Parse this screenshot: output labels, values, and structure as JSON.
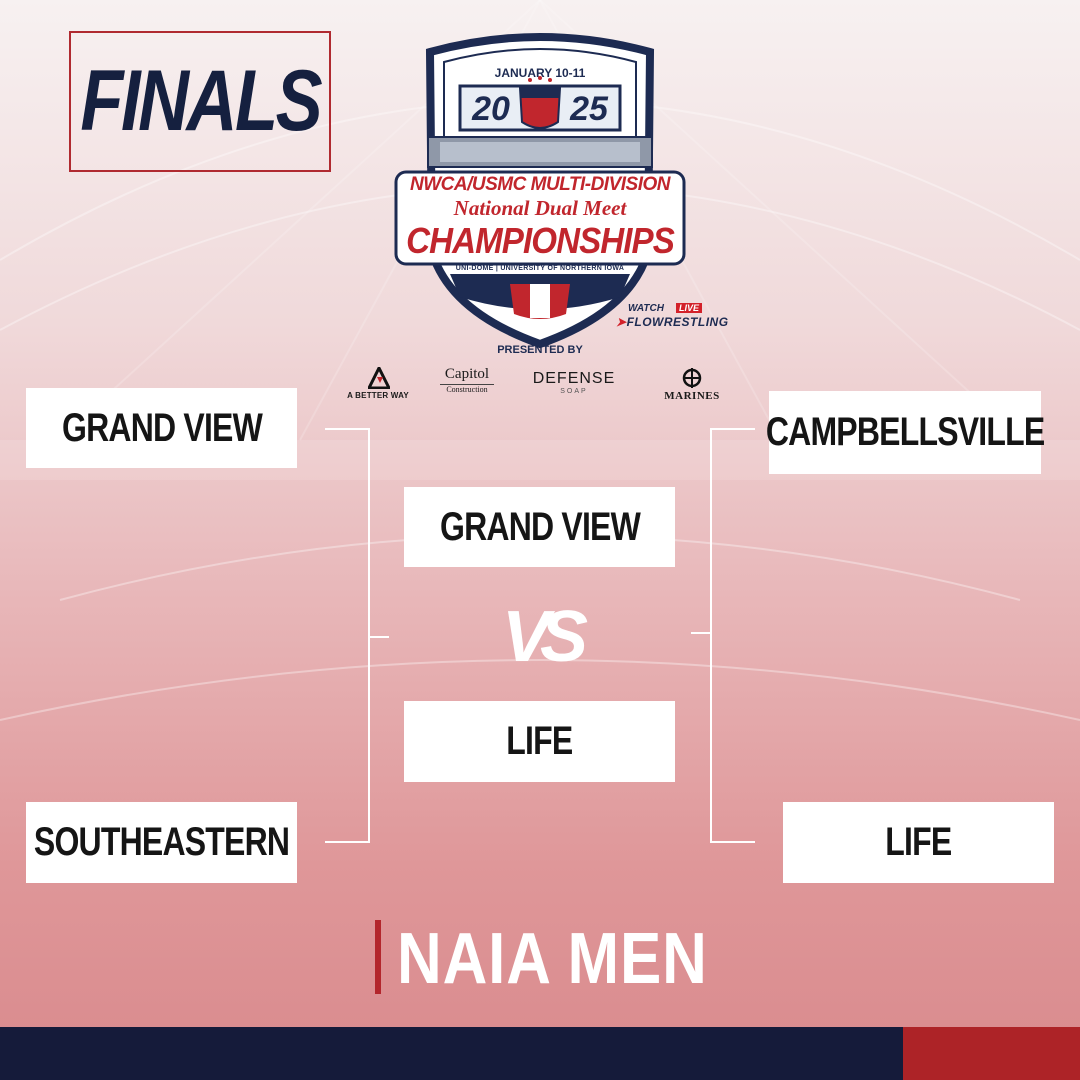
{
  "header": {
    "finals_label": "FINALS"
  },
  "event_logo": {
    "date": "JANUARY 10-11",
    "year_left": "20",
    "year_right": "25",
    "title_line1": "NWCA/USMC MULTI-DIVISION",
    "title_line2": "National Dual Meet",
    "title_line3": "CHAMPIONSHIPS",
    "venue": "UNI-DOME | UNIVERSITY OF NORTHERN IOWA"
  },
  "stream": {
    "watch": "WATCH",
    "live": "LIVE",
    "brand": "FLOWRESTLING"
  },
  "sponsors": {
    "presented_by": "PRESENTED BY",
    "items": [
      {
        "name": "A BETTER WAY"
      },
      {
        "name": "Capitol",
        "sub": "Construction"
      },
      {
        "name": "DEFENSE",
        "sub": "SOAP"
      },
      {
        "name": "MARINES"
      }
    ]
  },
  "bracket": {
    "left_top": "GRAND VIEW",
    "left_bottom": "SOUTHEASTERN",
    "right_top": "CAMPBELLSVILLE",
    "right_bottom": "LIFE",
    "final_top": "GRAND VIEW",
    "final_bottom": "LIFE",
    "versus": "VS"
  },
  "division": "NAIA MEN",
  "colors": {
    "navy": "#151b3a",
    "red": "#ad2327",
    "accent_red": "#c1262d"
  }
}
